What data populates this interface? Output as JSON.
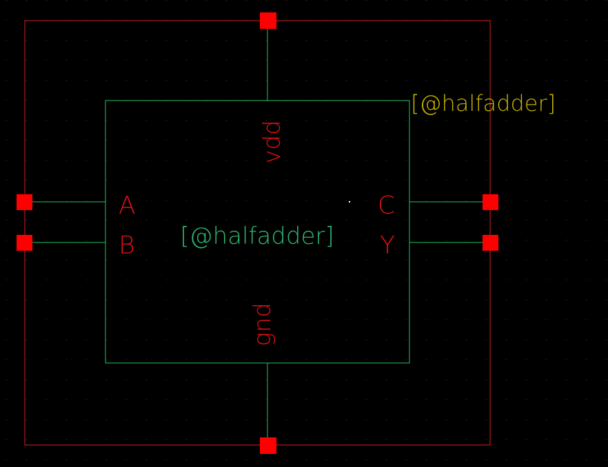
{
  "symbol": {
    "instance_label": "[@halfadder]",
    "cell_label": "[@halfadder]",
    "pins": {
      "vdd": "vdd",
      "gnd": "gnd",
      "a": "A",
      "b": "B",
      "c": "C",
      "y": "Y"
    }
  },
  "colors": {
    "background": "#000000",
    "grid_dot": "#4a4a4a",
    "selection_box": "#dc2020",
    "body_outline": "#22c55e",
    "wire": "#22c55e",
    "pin_square": "#ff0000",
    "pin_label": "#e01010",
    "cell_label": "#2eb872",
    "instance_label": "#c8b400"
  }
}
